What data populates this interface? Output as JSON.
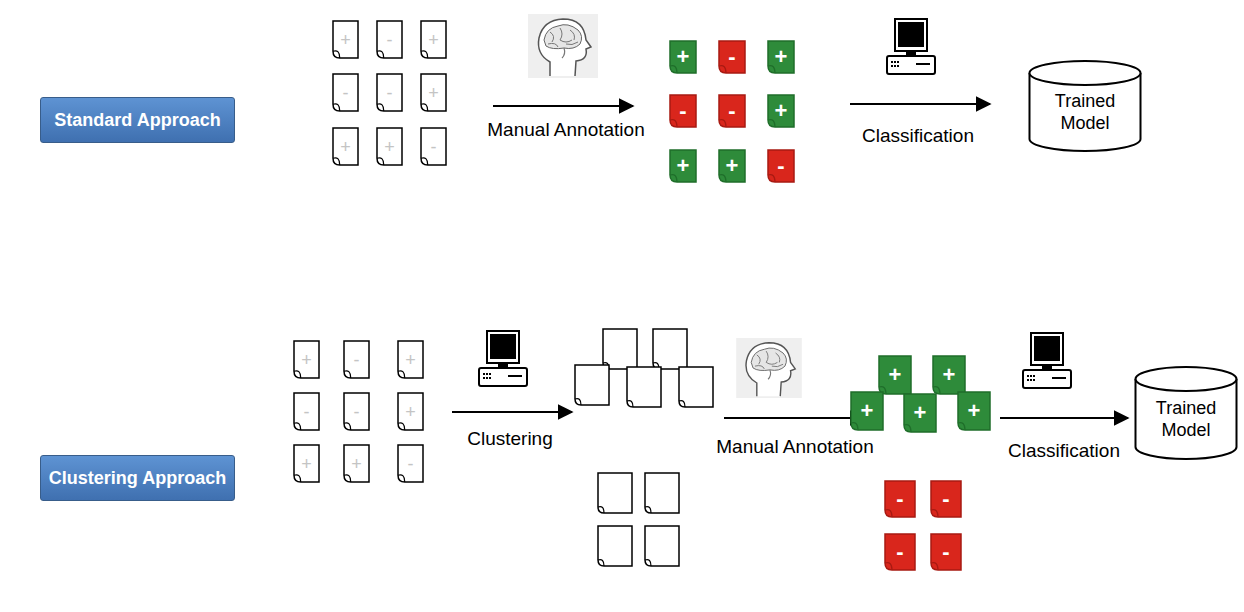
{
  "diagram": {
    "nodes": [
      {
        "text": [
          "Standard Approach"
        ]
      },
      {
        "text": [
          "+"
        ]
      },
      {
        "text": [
          "-"
        ]
      },
      {
        "text": [
          "+"
        ]
      },
      {
        "text": [
          "-"
        ]
      },
      {
        "text": [
          "-"
        ]
      },
      {
        "text": [
          "+"
        ]
      },
      {
        "text": [
          "+"
        ]
      },
      {
        "text": [
          "+"
        ]
      },
      {
        "text": [
          "-"
        ]
      },
      {
        "text": [
          "+"
        ]
      },
      {
        "text": [
          "-"
        ]
      },
      {
        "text": [
          "+"
        ]
      },
      {
        "text": [
          "-"
        ]
      },
      {
        "text": [
          "-"
        ]
      },
      {
        "text": [
          "+"
        ]
      },
      {
        "text": [
          "+"
        ]
      },
      {
        "text": [
          "+"
        ]
      },
      {
        "text": [
          "-"
        ]
      },
      {
        "text": [
          "Trained Model"
        ]
      },
      {
        "text": [
          "Clustering Approach"
        ]
      },
      {
        "text": [
          "+"
        ]
      },
      {
        "text": [
          "-"
        ]
      },
      {
        "text": [
          "+"
        ]
      },
      {
        "text": [
          "-"
        ]
      },
      {
        "text": [
          "-"
        ]
      },
      {
        "text": [
          "+"
        ]
      },
      {
        "text": [
          "+"
        ]
      },
      {
        "text": [
          "+"
        ]
      },
      {
        "text": [
          "-"
        ]
      },
      {
        "text": [
          "+"
        ]
      },
      {
        "text": [
          "+"
        ]
      },
      {
        "text": [
          "+"
        ]
      },
      {
        "text": [
          "+"
        ]
      },
      {
        "text": [
          "+"
        ]
      },
      {
        "text": [
          "-"
        ]
      },
      {
        "text": [
          "-"
        ]
      },
      {
        "text": [
          "-"
        ]
      },
      {
        "text": [
          "-"
        ]
      },
      {
        "text": [
          "Trained Model"
        ]
      }
    ],
    "labels": [
      "Manual Annotation",
      "Classification",
      "Clustering",
      "Manual Annotation",
      "Classification"
    ]
  }
}
